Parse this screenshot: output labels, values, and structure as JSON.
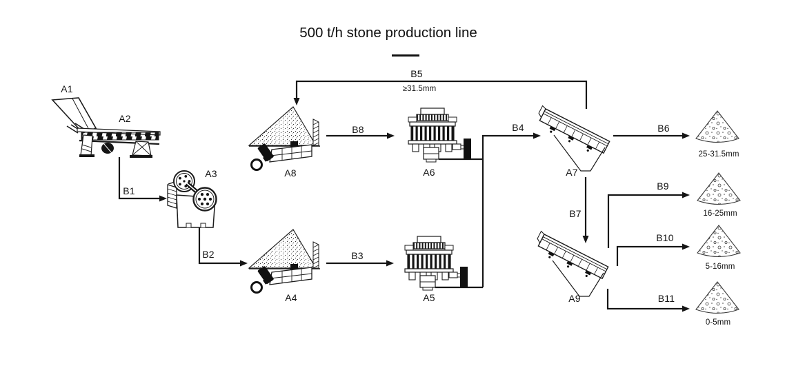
{
  "title": {
    "text": "500 t/h stone production line"
  },
  "machines": {
    "a1": {
      "label": "A1",
      "icon": "feed-hopper-icon"
    },
    "a2": {
      "label": "A2",
      "icon": "vibrating-feeder-icon"
    },
    "a3": {
      "label": "A3",
      "icon": "jaw-crusher-icon"
    },
    "a4": {
      "label": "A4",
      "icon": "stockpile-feeder-icon"
    },
    "a5": {
      "label": "A5",
      "icon": "cone-crusher-icon"
    },
    "a6": {
      "label": "A6",
      "icon": "cone-crusher-icon"
    },
    "a7": {
      "label": "A7",
      "icon": "vibrating-screen-icon"
    },
    "a8": {
      "label": "A8",
      "icon": "stockpile-feeder-icon"
    },
    "a9": {
      "label": "A9",
      "icon": "vibrating-screen-icon"
    }
  },
  "flows": {
    "b1": {
      "label": "B1"
    },
    "b2": {
      "label": "B2"
    },
    "b3": {
      "label": "B3"
    },
    "b4": {
      "label": "B4"
    },
    "b5": {
      "label": "B5",
      "note": "≥31.5mm"
    },
    "b6": {
      "label": "B6"
    },
    "b7": {
      "label": "B7"
    },
    "b8": {
      "label": "B8"
    },
    "b9": {
      "label": "B9"
    },
    "b10": {
      "label": "B10"
    },
    "b11": {
      "label": "B11"
    }
  },
  "products": {
    "p1": {
      "size": "25-31.5mm"
    },
    "p2": {
      "size": "16-25mm"
    },
    "p3": {
      "size": "5-16mm"
    },
    "p4": {
      "size": "0-5mm"
    }
  },
  "colors": {
    "ink": "#151515",
    "background": "#ffffff"
  }
}
